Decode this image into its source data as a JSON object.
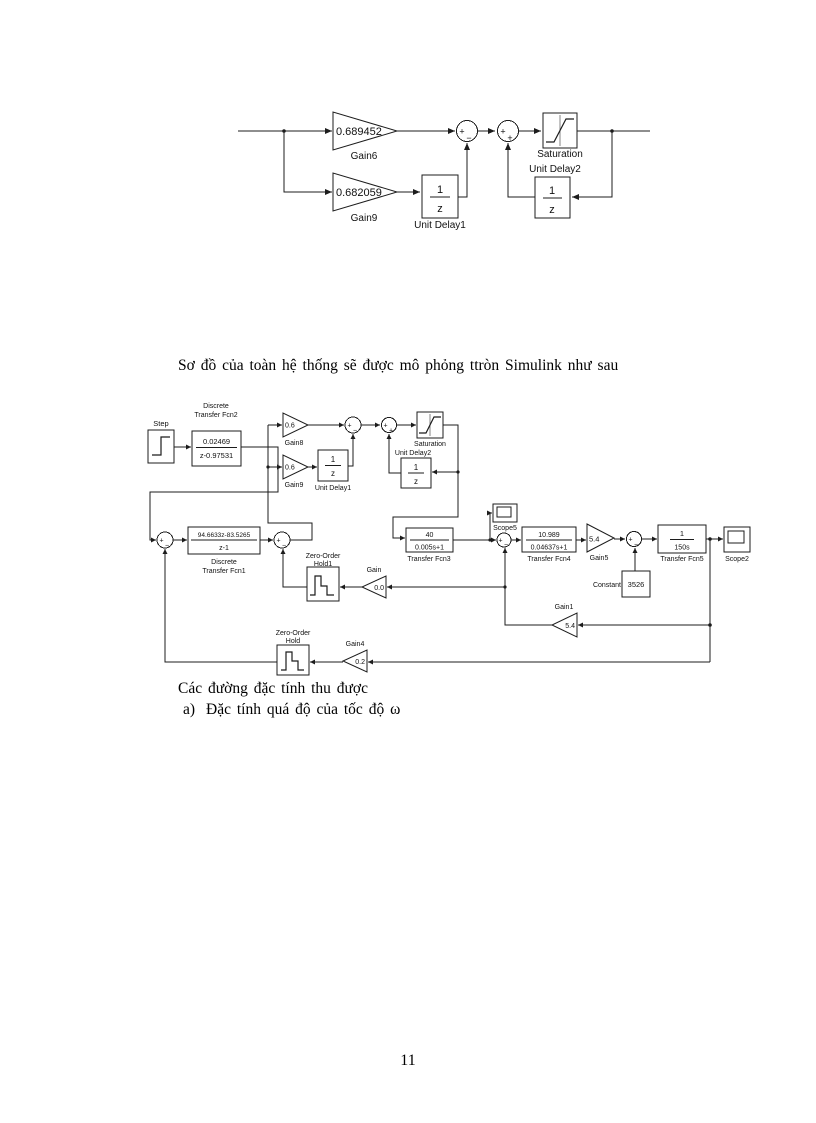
{
  "page": {
    "number": "11"
  },
  "text": {
    "intro": "Sơ đồ của toàn hệ thống  sẽ  được mô phỏng  ttròn  Simulink   như  sau",
    "results": "Các đường  đặc tính  thu  được",
    "item_a_marker": "a)",
    "item_a": "Đặc tính  quá độ của tốc độ ω"
  },
  "d1": {
    "gain6": {
      "value": "0.689452",
      "label": "Gain6"
    },
    "gain9": {
      "value": "0.682059",
      "label": "Gain9"
    },
    "unit_delay1": {
      "num": "1",
      "den": "z",
      "label": "Unit Delay1"
    },
    "unit_delay2": {
      "num": "1",
      "den": "z",
      "label": "Unit Delay2"
    },
    "saturation": {
      "label": "Saturation"
    },
    "sum_a": {
      "l": "+",
      "b": "−"
    },
    "sum_b": {
      "l": "+",
      "b": "+"
    }
  },
  "d2": {
    "step": {
      "label": "Step"
    },
    "dtf2": {
      "label1": "Discrete",
      "label2": "Transfer Fcn2",
      "num": "0.02469",
      "den": "z-0.97531"
    },
    "dtf1": {
      "label1": "Discrete",
      "label2": "Transfer Fcn1",
      "num": "94.6633z-83.5265",
      "den": "z-1"
    },
    "gain8": {
      "value": "0.6",
      "label": "Gain8"
    },
    "gain9": {
      "value": "0.6",
      "label": "Gain9"
    },
    "unit_delay1": {
      "num": "1",
      "den": "z",
      "label": "Unit Delay1"
    },
    "unit_delay2": {
      "num": "1",
      "den": "z",
      "label": "Unit Delay2"
    },
    "saturation": {
      "label": "Saturation"
    },
    "tf3": {
      "num": "40",
      "den": "0.005s+1",
      "label": "Transfer Fcn3"
    },
    "tf4": {
      "num": "10.989",
      "den": "0.04637s+1",
      "label": "Transfer Fcn4"
    },
    "tf5": {
      "num": "1",
      "den": "150s",
      "label": "Transfer Fcn5"
    },
    "gain5": {
      "value": "5.4",
      "label": "Gain5"
    },
    "gain1": {
      "value": "5.4",
      "label": "Gain1"
    },
    "gain": {
      "value": "0.0",
      "label": "Gain"
    },
    "gain4": {
      "value": "0.2",
      "label": "Gain4"
    },
    "zoh1": {
      "label1": "Zero-Order",
      "label2": "Hold1"
    },
    "zoh": {
      "label1": "Zero-Order",
      "label2": "Hold"
    },
    "scope5": {
      "label": "Scope5"
    },
    "scope2": {
      "label": "Scope2"
    },
    "constant": {
      "label": "Constant",
      "value": "3526"
    },
    "sums": {
      "s1": {
        "l": "+",
        "b": "−"
      },
      "s2": {
        "l": "+",
        "b": "−"
      },
      "s3": {
        "l": "+",
        "b": "−"
      },
      "s4": {
        "l": "+",
        "b": "+"
      },
      "s5": {
        "l": "+",
        "b": "−"
      },
      "s6": {
        "l": "+",
        "b": "−"
      }
    }
  }
}
